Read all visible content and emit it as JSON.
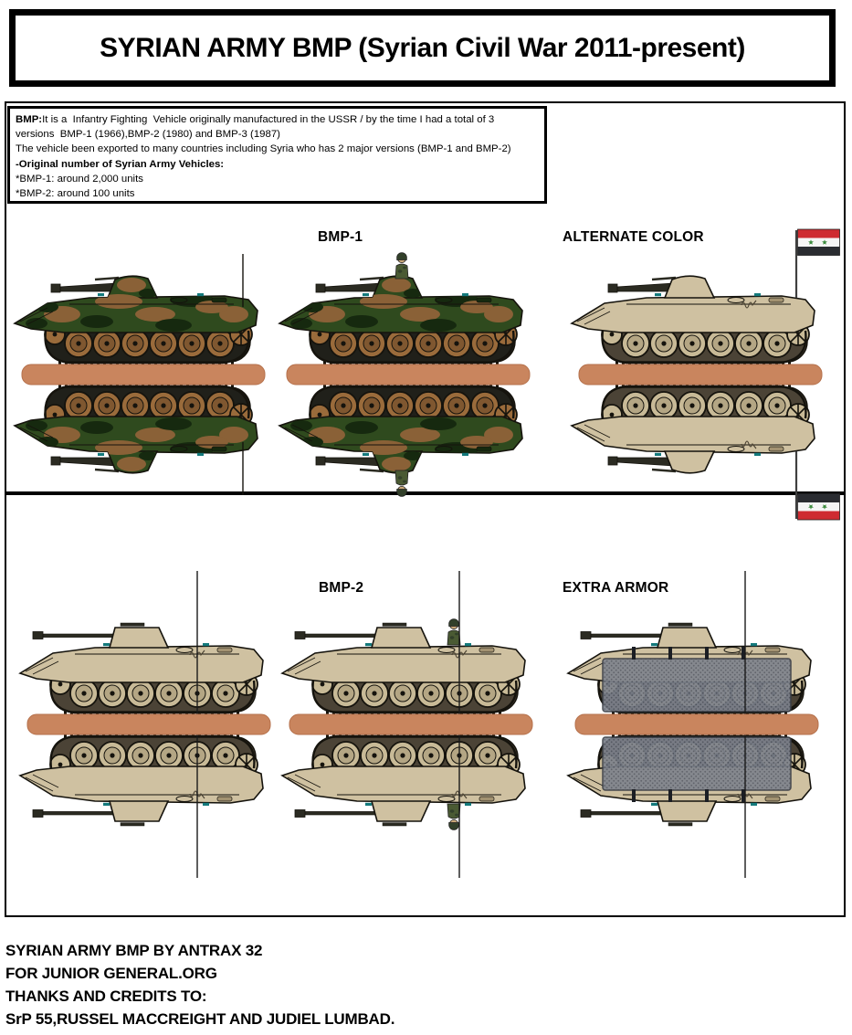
{
  "title": "SYRIAN ARMY BMP (Syrian Civil War 2011-present)",
  "info_box": {
    "line1_bold": "BMP:",
    "line1": "It is a  Infantry Fighting  Vehicle originally manufactured in the USSR / by the time I had a total of 3",
    "line2": "versions  BMP-1 (1966),BMP-2 (1980) and BMP-3 (1987)",
    "line3": "The vehicle been exported to many countries including Syria who has 2 major versions (BMP-1 and BMP-2)",
    "line4": "-Original number of Syrian Army Vehicles:",
    "line5": "*BMP-1: around 2,000 units",
    "line6": "*BMP-2: around 100 units"
  },
  "sections": {
    "top": {
      "label_left": "BMP-1",
      "label_right": "ALTERNATE COLOR"
    },
    "bottom": {
      "label_left": "BMP-2",
      "label_right": "EXTRA ARMOR"
    }
  },
  "figures": [
    {
      "id": "bmp1-camo",
      "variant": "bmp1",
      "scheme": "camo",
      "commander": false,
      "flag": false,
      "antenna": "short",
      "extra_armor": false
    },
    {
      "id": "bmp1-camo-commander",
      "variant": "bmp1",
      "scheme": "camo",
      "commander": true,
      "flag": false,
      "antenna": "none",
      "extra_armor": false
    },
    {
      "id": "bmp1-alternate-color",
      "variant": "bmp1",
      "scheme": "tan",
      "commander": false,
      "flag": true,
      "antenna": "none",
      "extra_armor": false
    },
    {
      "id": "bmp2-plain",
      "variant": "bmp2",
      "scheme": "tan",
      "commander": false,
      "flag": false,
      "antenna": "tall",
      "extra_armor": false
    },
    {
      "id": "bmp2-commander",
      "variant": "bmp2",
      "scheme": "tan",
      "commander": true,
      "flag": false,
      "antenna": "tall",
      "extra_armor": false
    },
    {
      "id": "bmp2-extra-armor",
      "variant": "bmp2",
      "scheme": "tan",
      "commander": false,
      "flag": false,
      "antenna": "tall",
      "extra_armor": true
    }
  ],
  "footer": {
    "line1": "SYRIAN ARMY BMP BY ANTRAX 32",
    "line2": "FOR JUNIOR GENERAL.ORG",
    "line3": "THANKS AND CREDITS TO:",
    "line4": "SrP 55,RUSSEL MACCREIGHT AND JUDIEL LUMBAD."
  },
  "colors": {
    "outline": "#15130d",
    "gun": "#2b2b22",
    "teal": "#147a7c",
    "bar": "#c9855e",
    "bar_edge": "#b5714c",
    "schemes": {
      "camo": {
        "body": "#2f4a1e",
        "blob_brown": "#8a6137",
        "blob_dark": "#16290f",
        "shade": "#16290f",
        "wheel": "#9a6b3b",
        "wheel_inner": "#7f5730",
        "track": "#20201a"
      },
      "tan": {
        "body": "#cfc1a1",
        "blob_brown": "#cfc1a1",
        "blob_dark": "#a39372",
        "shade": "#a39372",
        "wheel": "#c8ba97",
        "wheel_inner": "#b4a684",
        "track": "#4b4336"
      }
    },
    "armor": {
      "base": "#7d828d",
      "dot": "#565b66",
      "edge": "#383c44",
      "post": "#1b1e24"
    },
    "flag": {
      "red": "#ce2b31",
      "white": "#f5f5f5",
      "black": "#2a2c31",
      "green": "#3a8a3c",
      "pole": "#3f3f3f"
    },
    "figure": {
      "uniform": "#4a5a33",
      "helmet": "#32402a",
      "skin": "#caa878"
    }
  }
}
